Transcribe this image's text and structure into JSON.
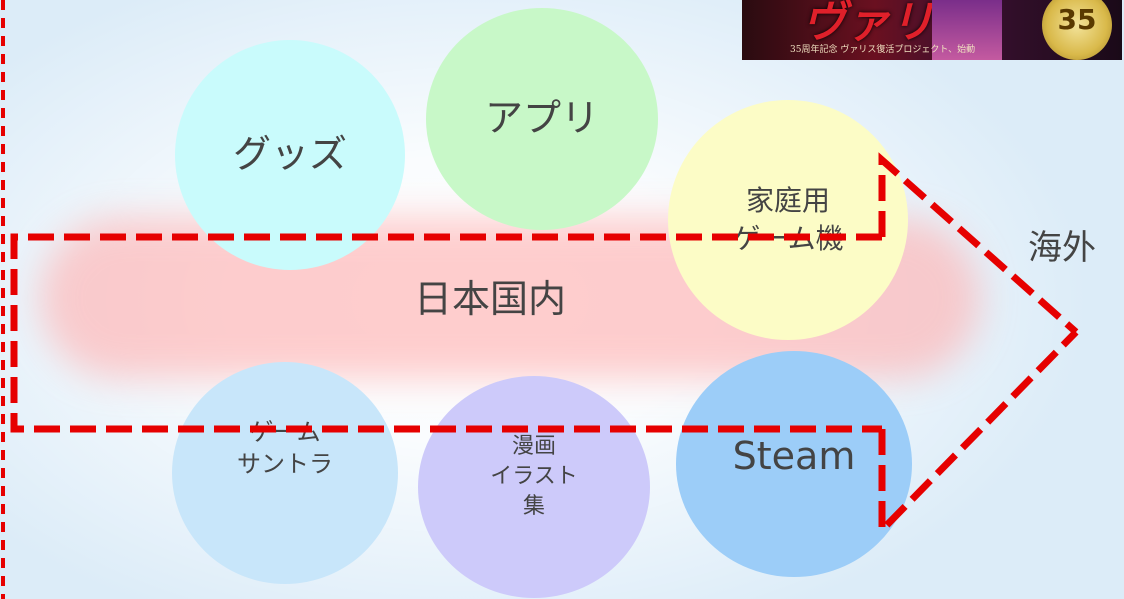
{
  "circles": {
    "goods": "グッズ",
    "app": "アプリ",
    "home_console": "家庭用\nゲーム機",
    "game_soundtrack": "ゲーム\nサントラ",
    "manga_art": "漫画\nイラスト\n集",
    "steam": "Steam"
  },
  "labels": {
    "japan": "日本国内",
    "overseas": "海外"
  },
  "banner": {
    "title": "ヴァリス",
    "badge": "35",
    "subtitle": "35周年記念 ヴァリス復活プロジェクト、始動"
  },
  "colors": {
    "dash_red": "#e60000",
    "goods": "#c9fbfc",
    "app": "#c8f8c8",
    "home_console": "#fcfcc6",
    "game_soundtrack": "#c8e6fa",
    "manga_art": "#cdcafa",
    "steam": "#9ccdf8",
    "band": "#ffb3b3"
  }
}
